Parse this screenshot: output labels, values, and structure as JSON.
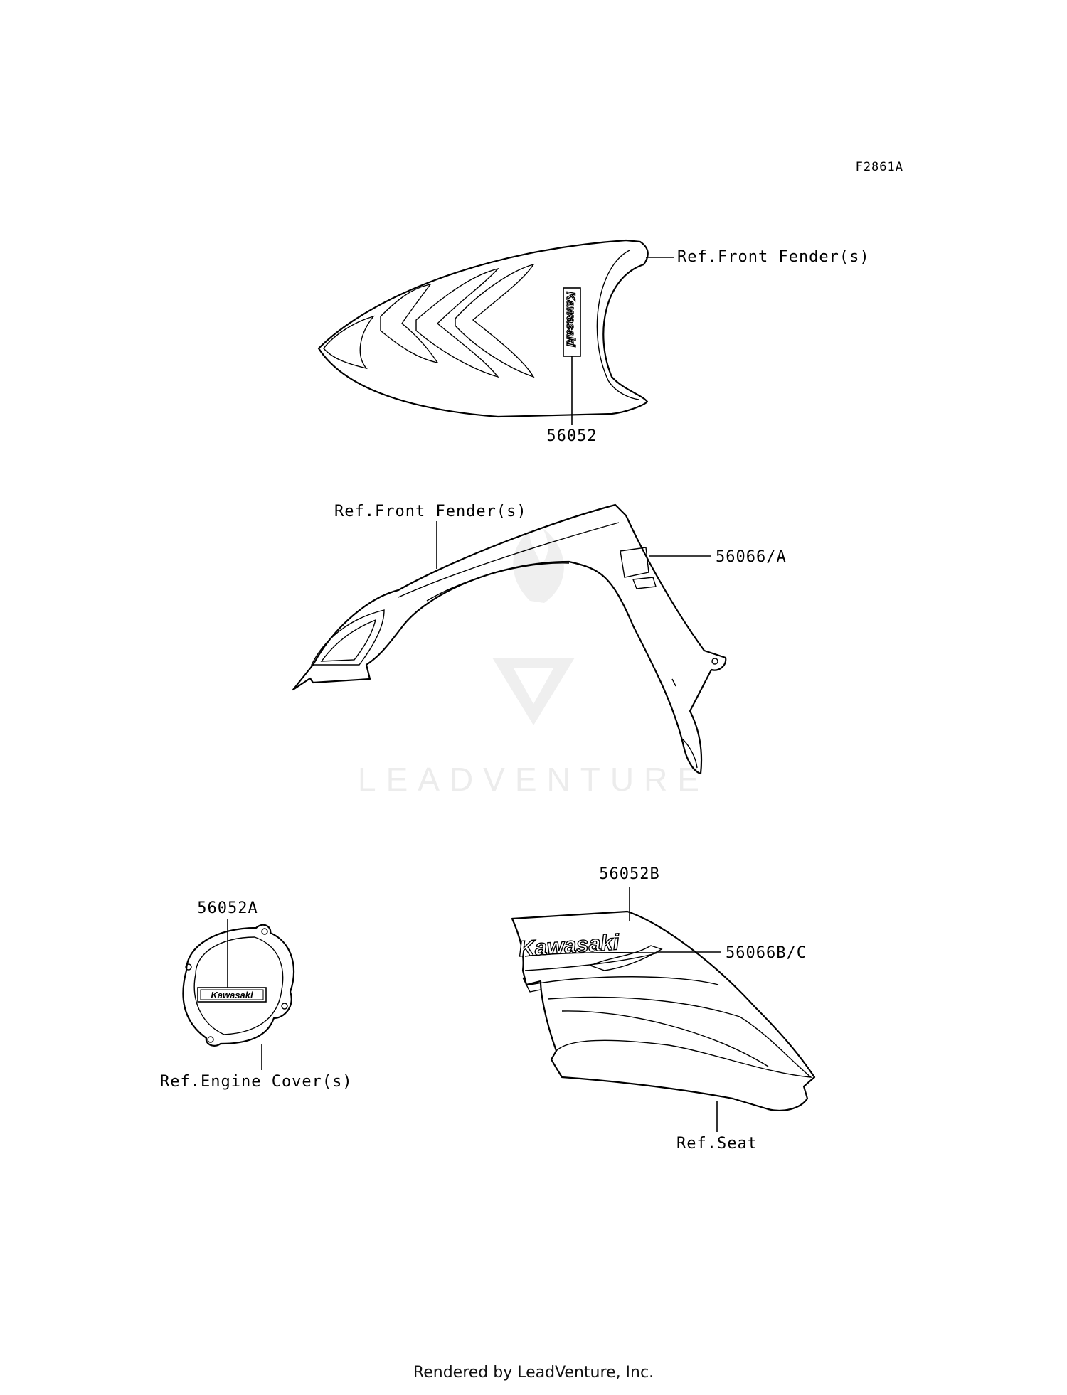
{
  "figure_code": "F2861A",
  "callouts": {
    "top_ref": "Ref.Front Fender(s)",
    "top_part": "56052",
    "mid_ref": "Ref.Front Fender(s)",
    "mid_part": "56066/A",
    "cover_part": "56052A",
    "cover_ref": "Ref.Engine Cover(s)",
    "side_part_top": "56052B",
    "side_part_right": "56066B/C",
    "side_ref": "Ref.Seat"
  },
  "decals": {
    "brand_text": "Kawasaki"
  },
  "watermark": {
    "text": "LEADVENTURE"
  },
  "footer": {
    "text": "Rendered by LeadVenture, Inc."
  }
}
